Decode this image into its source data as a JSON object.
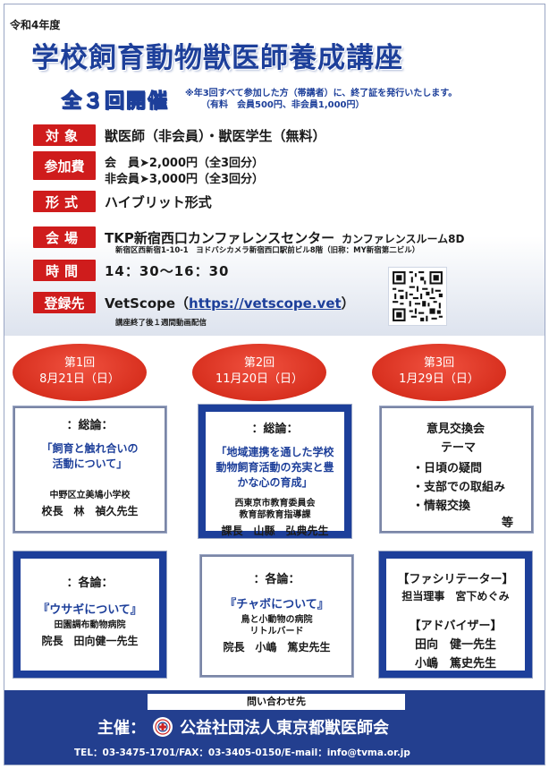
{
  "header": {
    "year": "令和4年度",
    "title": "学校飼育動物獣医師養成講座",
    "sessions_badge": "全３回開催",
    "cert_note_1": "※年3回すべて参加した方（帯講者）に、終了証を発行いたします。",
    "cert_note_2": "（有料　会員500円、非会員1,000円）"
  },
  "info": {
    "target": {
      "label": "対象",
      "value": "獣医師（非会員）・獣医学生（無料）"
    },
    "fee": {
      "label": "参加費",
      "value_1": "会　員➤2,000円（全3回分）",
      "value_2": "非会員➤3,000円（全3回分）"
    },
    "format": {
      "label": "形式",
      "value": "ハイブリット形式"
    },
    "venue": {
      "label": "会場",
      "value": "TKP新宿西口カンファレンスセンター",
      "room": "カンファレンスルーム8D",
      "address": "新宿区西新宿1-10-1　ヨドバシカメラ新宿西口駅前ビル8階（旧称：MY新宿第二ビル）"
    },
    "time": {
      "label": "時間",
      "value": "14：30～16：30"
    },
    "register": {
      "label": "登録先",
      "value_prefix": "VetScope（",
      "url": "https://vetscope.vet",
      "value_suffix": "）",
      "note": "講座終了後１週間動画配信"
    }
  },
  "sessions": [
    {
      "number": "第1回",
      "date": "8月21日（日）"
    },
    {
      "number": "第2回",
      "date": "11月20日（日）"
    },
    {
      "number": "第3回",
      "date": "1月29日（日）"
    }
  ],
  "general": [
    {
      "heading": "：総論：",
      "topic_1": "「飼育と触れ合いの",
      "topic_2": "活動について」",
      "org": "中野区立美鳩小学校",
      "person": "校長　林　禎久先生"
    },
    {
      "heading": "：総論：",
      "topic_1": "「地域連携を通した学校",
      "topic_2": "動物飼育活動の充実と豊",
      "topic_3": "かな心の育成」",
      "org_1": "西東京市教育委員会",
      "org_2": "教育部教育指導課",
      "person": "課長　山縣　弘典先生"
    }
  ],
  "exchange": {
    "title_1": "意見交換会",
    "title_2": "テーマ",
    "item_1": "・日頃の疑問",
    "item_2": "・支部での取組み",
    "item_3": "・情報交換",
    "etc": "等"
  },
  "specific": [
    {
      "heading": "：各論：",
      "topic": "『ウサギについて』",
      "org": "田園調布動物病院",
      "person": "院長　田向健一先生"
    },
    {
      "heading": "：各論：",
      "topic": "『チャボについて』",
      "org_1": "鳥と小動物の病院",
      "org_2": "リトルバード",
      "person": "院長　小嶋　篤史先生"
    }
  ],
  "facilitation": {
    "facilitator_label": "【ファシリテーター】",
    "facilitator": "担当理事　宮下めぐみ",
    "advisor_label": "【アドバイザー】",
    "advisor_1": "田向　健一先生",
    "advisor_2": "小嶋　篤史先生"
  },
  "footer": {
    "contact_heading": "問い合わせ先",
    "host_label": "主催：",
    "host_name": "公益社団法人東京都獣医師会",
    "contact": "TEL：03-3475-1701/FAX：03-3405-0150/E-mail：info@tvma.or.jp"
  },
  "colors": {
    "brand_blue": "#1d3f9a",
    "label_red": "#cf1c1c",
    "ellipse_red": "#d8301f"
  },
  "icons": {
    "qr": "qr-code-icon",
    "seal": "association-seal-icon"
  }
}
